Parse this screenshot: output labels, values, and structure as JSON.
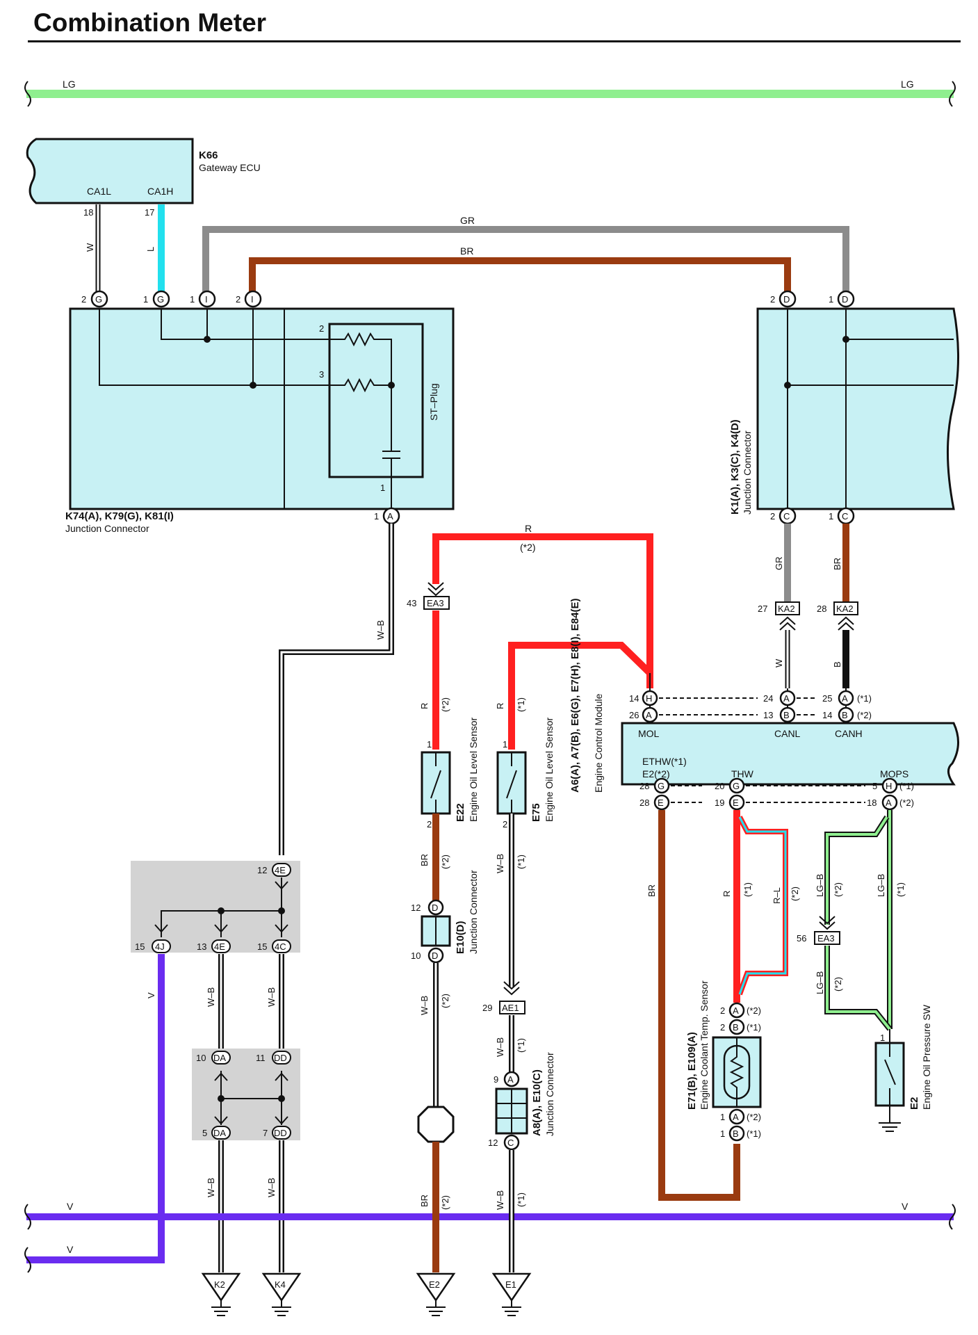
{
  "page": {
    "title": "Combination Meter"
  },
  "components": {
    "k66": {
      "id": "K66",
      "name": "Gateway ECU",
      "pins": [
        "CA1L",
        "CA1H"
      ],
      "pin_numbers": [
        "18",
        "17"
      ]
    },
    "junction_left": {
      "id": "K74(A), K79(G), K81(I)",
      "name": "Junction Connector",
      "inner_label": "ST–Plug",
      "inner_pins": [
        "2",
        "3",
        "1"
      ]
    },
    "junction_right": {
      "id": "K1(A), K3(C), K4(D)",
      "name": "Junction Connector"
    },
    "ecm": {
      "id": "A6(A), A7(B), E6(G), E7(H), E8(I), E84(E)",
      "name": "Engine Control Module",
      "terminals": [
        "MOL",
        "CANL",
        "CANH",
        "ETHW(*1)",
        "E2(*2)",
        "THW",
        "MOPS"
      ]
    },
    "e22": {
      "id": "E22",
      "name": "Engine Oil Level Sensor"
    },
    "e75": {
      "id": "E75",
      "name": "Engine Oil Level Sensor"
    },
    "e10d": {
      "id": "E10(D)",
      "name": "Junction Connector"
    },
    "a8e10": {
      "id": "A8(A), E10(C)",
      "name": "Junction Connector"
    },
    "e71": {
      "id": "E71(B), E109(A)",
      "name": "Engine Coolant Temp. Sensor"
    },
    "e2sw": {
      "id": "E2",
      "name": "Engine Oil Pressure SW"
    }
  },
  "wire_labels": {
    "lg": "LG",
    "w": "W",
    "l": "L",
    "gr": "GR",
    "br": "BR",
    "wb": "W–B",
    "r": "R",
    "b": "B",
    "v": "V",
    "rl": "R–L",
    "lgb": "LG–B"
  },
  "notes": {
    "n1": "(*1)",
    "n2": "(*2)"
  },
  "connectors": {
    "ea3": "EA3",
    "ka2": "KA2",
    "ae1": "AE1",
    "c4e": "4E",
    "c4j": "4J",
    "c4c": "4C",
    "cda": "DA",
    "cdd": "DD"
  },
  "letters": {
    "G": "G",
    "I": "I",
    "D": "D",
    "A": "A",
    "C": "C",
    "B": "B",
    "H": "H",
    "E": "E"
  },
  "numbers": {
    "n1": "1",
    "n2": "2",
    "n3": "3",
    "n5": "5",
    "n7": "7",
    "n9": "9",
    "n10": "10",
    "n11": "11",
    "n12": "12",
    "n13": "13",
    "n14": "14",
    "n15": "15",
    "n18": "18",
    "n19": "19",
    "n20": "20",
    "n24": "24",
    "n25": "25",
    "n26": "26",
    "n27": "27",
    "n28": "28",
    "n29": "29",
    "n43": "43",
    "n56": "56"
  },
  "grounds": [
    "K2",
    "K4",
    "E2",
    "E1"
  ],
  "colors": {
    "lg": "#8fef8f",
    "gr": "#8c8c8c",
    "br": "#9a3b10",
    "red": "#ff2020",
    "violet": "#6a2cf0",
    "cyan": "#22e0ee",
    "panel": "#c8f1f4",
    "shade": "#d3d3d3"
  }
}
